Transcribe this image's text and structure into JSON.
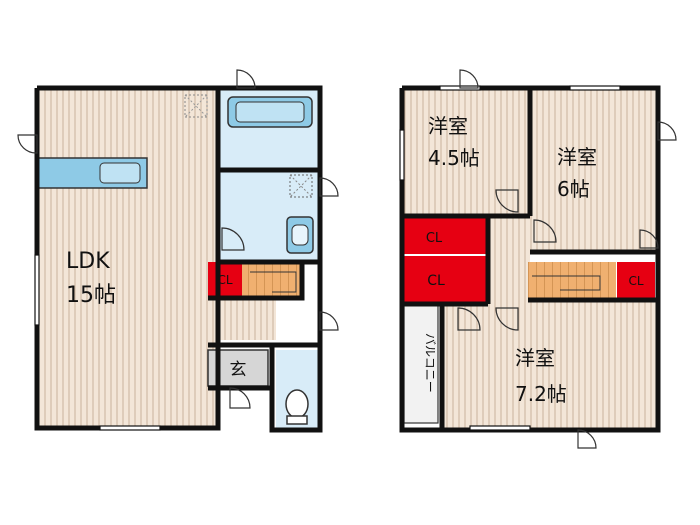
{
  "floor1": {
    "ldk": {
      "name": "LDK",
      "size": "15帖"
    },
    "closet": "CL",
    "entrance": "玄"
  },
  "floor2": {
    "room_a": {
      "name": "洋室",
      "size": "4.5帖"
    },
    "room_b": {
      "name": "洋室",
      "size": "6帖"
    },
    "room_c": {
      "name": "洋室",
      "size": "7.2帖"
    },
    "closet_1": "CL",
    "closet_2": "CL",
    "closet_3": "CL",
    "balcony": "バルコニー"
  },
  "colors": {
    "wall": "#111111",
    "wood_floor": "#f3e6d8",
    "wood_line": "#c7b09a",
    "wet_area": "#d8ecf8",
    "fixture": "#8ecae6",
    "closet": "#e60012",
    "stairs": "#f0b070",
    "entrance": "#d6d6d6"
  }
}
